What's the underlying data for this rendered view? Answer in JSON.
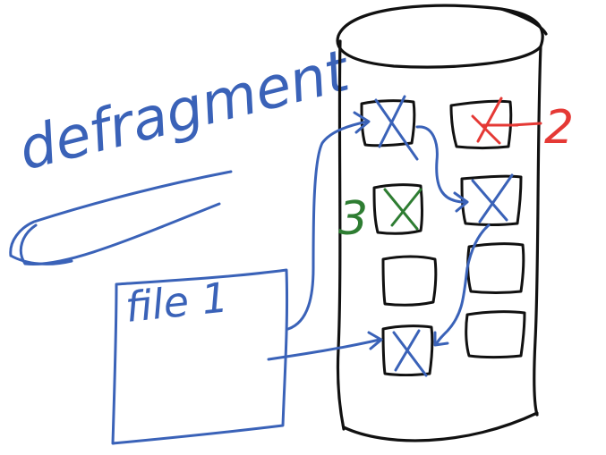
{
  "labels": {
    "defragment": "defragment",
    "file": "file 1",
    "mark_red": "2",
    "mark_green": "3"
  },
  "colors": {
    "ink_black": "#111111",
    "ink_blue": "#3a62b8",
    "ink_red": "#e53935",
    "ink_green": "#2e7d32"
  },
  "blocks": [
    {
      "column": "left",
      "row": 1,
      "state": "crossed",
      "mark_color": "#3a62b8"
    },
    {
      "column": "right",
      "row": 1,
      "state": "crossed",
      "mark_color": "#e53935"
    },
    {
      "column": "left",
      "row": 2,
      "state": "crossed",
      "mark_color": "#2e7d32"
    },
    {
      "column": "right",
      "row": 2,
      "state": "crossed",
      "mark_color": "#3a62b8"
    },
    {
      "column": "left",
      "row": 3,
      "state": "empty"
    },
    {
      "column": "right",
      "row": 3,
      "state": "empty"
    },
    {
      "column": "left",
      "row": 4,
      "state": "crossed",
      "mark_color": "#3a62b8"
    },
    {
      "column": "right",
      "row": 4,
      "state": "empty"
    }
  ]
}
